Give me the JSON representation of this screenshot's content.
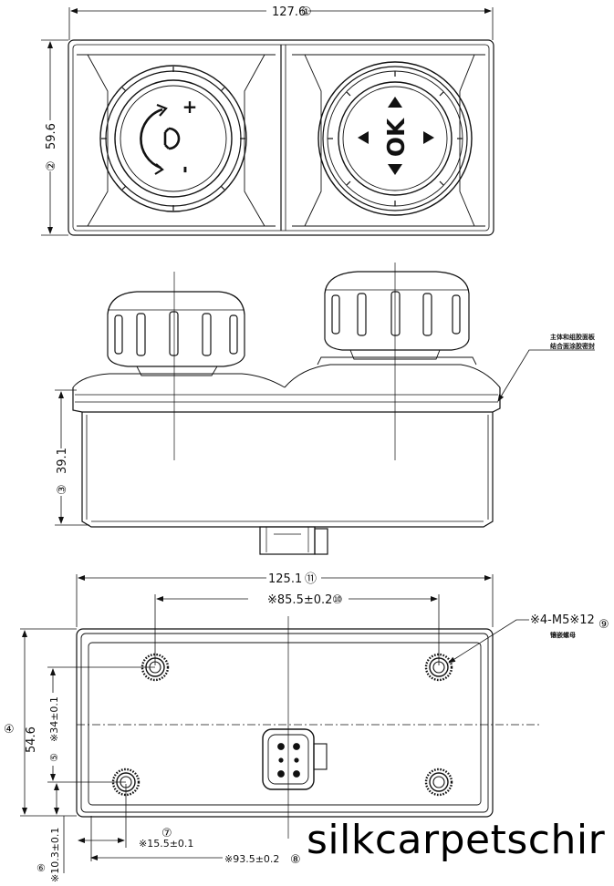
{
  "top_view": {
    "width_dim": "127.6",
    "width_index": "①",
    "height_dim": "59.6",
    "height_index": "②",
    "knob_left_icons": [
      "+",
      "-"
    ],
    "knob_right_label": "OK"
  },
  "side_view": {
    "height_dim": "39.1",
    "height_index": "③",
    "note_line1": "主体和组胶面板",
    "note_line2": "结合面涂胶密封"
  },
  "bottom_view": {
    "width_dim": "125.1",
    "width_index": "⑪",
    "hole_span_dim": "※85.5±0.2",
    "hole_span_index": "⑩",
    "thread_note": "※4-M5※12",
    "thread_index": "⑨",
    "thread_caption": "镶嵌螺母",
    "height_dim": "54.6",
    "height_index": "④",
    "hole_vertical_dim": "※34±0.1",
    "hole_vertical_index": "⑤",
    "edge_offset_dim": "※10.3±0.1",
    "edge_offset_index": "⑥",
    "left_offset_dim": "※15.5±0.1",
    "left_offset_index": "⑦",
    "connector_offset_dim": "※93.5±0.2",
    "connector_offset_index": "⑧"
  },
  "watermark": "silkcarpetschir"
}
